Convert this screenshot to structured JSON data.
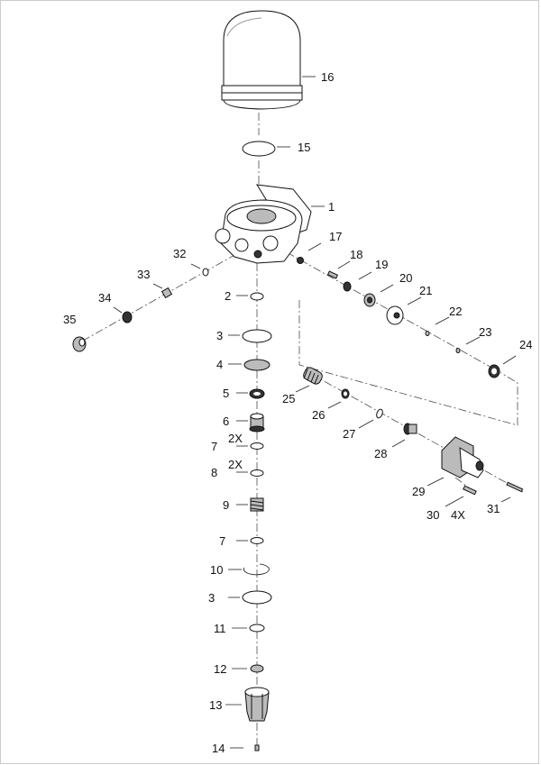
{
  "diagram": {
    "title": "Air dryer exploded parts view",
    "callouts": [
      {
        "id": "16",
        "text": "16"
      },
      {
        "id": "15",
        "text": "15"
      },
      {
        "id": "1",
        "text": "1"
      },
      {
        "id": "17",
        "text": "17"
      },
      {
        "id": "18",
        "text": "18"
      },
      {
        "id": "19",
        "text": "19"
      },
      {
        "id": "20",
        "text": "20"
      },
      {
        "id": "21",
        "text": "21"
      },
      {
        "id": "22",
        "text": "22"
      },
      {
        "id": "23",
        "text": "23"
      },
      {
        "id": "24",
        "text": "24"
      },
      {
        "id": "25",
        "text": "25"
      },
      {
        "id": "26",
        "text": "26"
      },
      {
        "id": "27",
        "text": "27"
      },
      {
        "id": "28",
        "text": "28"
      },
      {
        "id": "29",
        "text": "29"
      },
      {
        "id": "30",
        "text": "30"
      },
      {
        "id": "31",
        "text": "31"
      },
      {
        "id": "32",
        "text": "32"
      },
      {
        "id": "33",
        "text": "33"
      },
      {
        "id": "34",
        "text": "34"
      },
      {
        "id": "35",
        "text": "35"
      },
      {
        "id": "2",
        "text": "2"
      },
      {
        "id": "3a",
        "text": "3"
      },
      {
        "id": "4",
        "text": "4"
      },
      {
        "id": "5",
        "text": "5"
      },
      {
        "id": "6",
        "text": "6"
      },
      {
        "id": "7a",
        "text": "7"
      },
      {
        "id": "8",
        "text": "8"
      },
      {
        "id": "9",
        "text": "9"
      },
      {
        "id": "7b",
        "text": "7"
      },
      {
        "id": "10",
        "text": "10"
      },
      {
        "id": "3b",
        "text": "3"
      },
      {
        "id": "11",
        "text": "11"
      },
      {
        "id": "12",
        "text": "12"
      },
      {
        "id": "13",
        "text": "13"
      },
      {
        "id": "14",
        "text": "14"
      }
    ],
    "quantities": {
      "q7": "2X",
      "q8": "2X",
      "q30": "4X"
    }
  }
}
